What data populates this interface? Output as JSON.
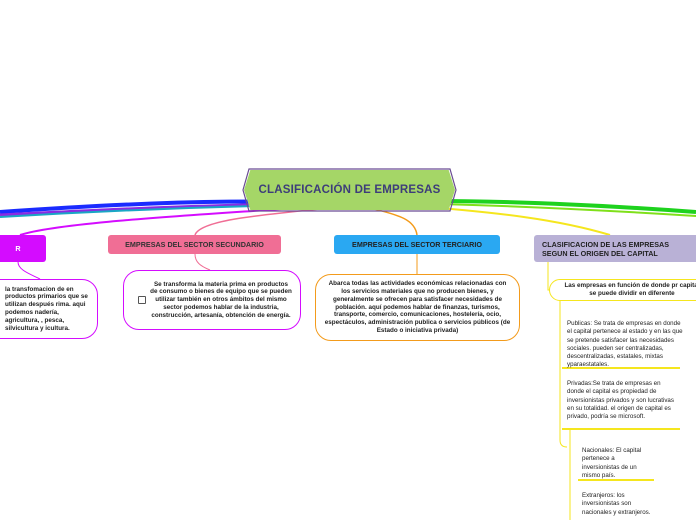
{
  "central": {
    "title": "CLASIFICACIÓN DE EMPRESAS",
    "color": "#a5d667"
  },
  "branches": {
    "primary": {
      "title": "R",
      "text": "la transfomacion de en productos primarios que se utilizan después rima. aqui podemos nadería, agricultura, , pesca, silvicultura y icultura.",
      "color": "#d40cff"
    },
    "secondary": {
      "title": "EMPRESAS DEL SECTOR SECUNDARIO",
      "text": "Se transforma la materia prima en productos de consumo o bienes de equipo que se pueden utilizar también en otros ámbitos del mismo sector podemos hablar de la industria, construcción, artesanía, obtención de energía.",
      "color": "#f06e95"
    },
    "tertiary": {
      "title": "EMPRESAS DEL SECTOR TERCIARIO",
      "text": "Abarca todas las actividades económicas relacionadas con los servicios materiales que no producen bienes, y generalmente se ofrecen para satisfacer necesidades de población. aquí podemos hablar de finanzas, turismos, transporte, comercio, comunicaciones, hostelería, ocio, espectáculos, administración publica o servicios públicos (de Estado o iniciativa privada)",
      "color": "#2aa8f2"
    },
    "capital": {
      "title": "CLASIFICACION DE LAS EMPRESAS SEGUN EL ORIGEN DEL CAPITAL",
      "text": "Las empresas en función de donde pr capital se puede dividir en diferente",
      "color": "#b9b1d6"
    }
  },
  "capital_items": {
    "publicas": "Publicas: Se trata de empresas en donde el capital pertenece al estado y en las que se pretende satisfacer las necesidades sociales. pueden ser centralizadas, descentralizadas, estatales, mixtas yparaestatales.",
    "privadas": "Privadas:Se trata de empresas en donde el capital es propiedad de inversionistas privados y son lucrativas en su totalidad. el origen de capital es privado, podría se microsoft.",
    "nacionales": "Nacionales: El capital pertenece a inversionistas de un mismo país.",
    "extranjeros": "Extranjeros: los inversionistas son nacionales y extranjeros."
  }
}
